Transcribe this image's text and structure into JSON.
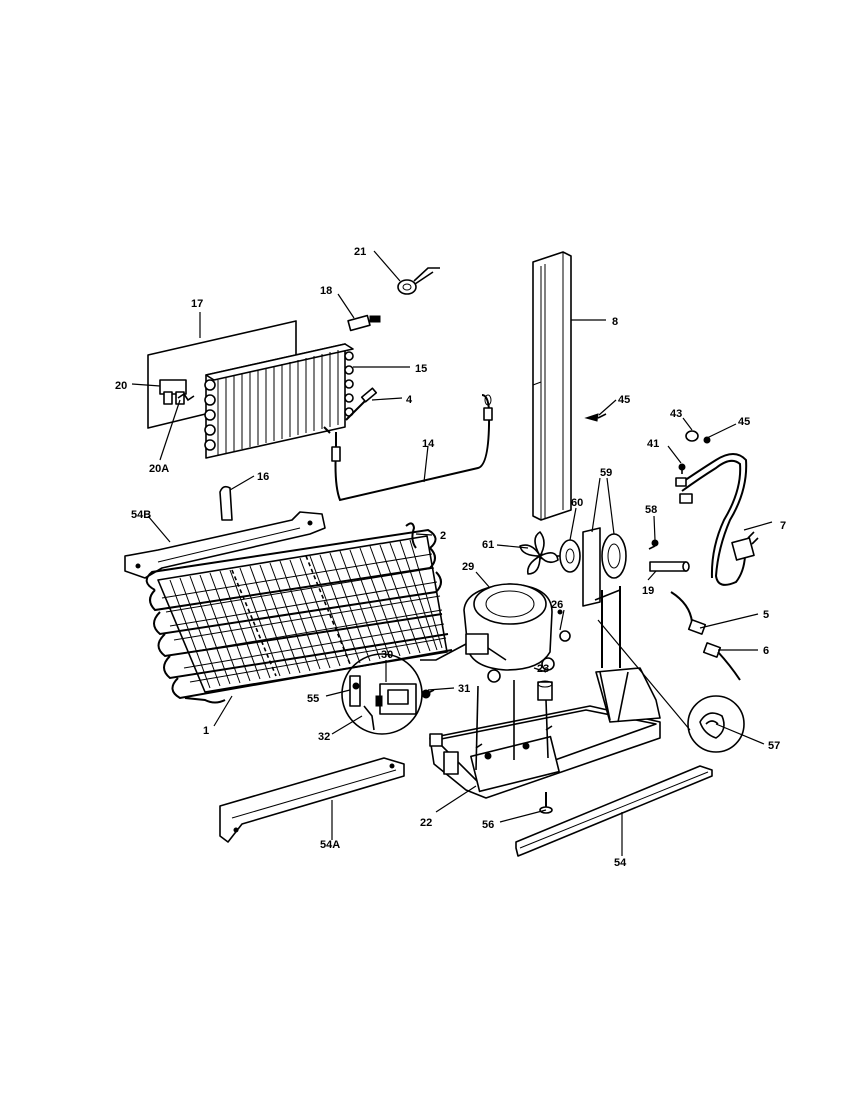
{
  "callouts": {
    "c21": "21",
    "c18": "18",
    "c8": "8",
    "c17": "17",
    "c15": "15",
    "c20": "20",
    "c4": "4",
    "c45a": "45",
    "c43": "43",
    "c45b": "45",
    "c14": "14",
    "c41": "41",
    "c20A": "20A",
    "c16": "16",
    "c59a": "59",
    "c60": "60",
    "c58": "58",
    "c7": "7",
    "c54B": "54B",
    "c2": "2",
    "c61": "61",
    "c29": "29",
    "c19": "19",
    "c26": "26",
    "c5": "5",
    "c6": "6",
    "c30": "30",
    "c23": "23",
    "c55": "55",
    "c31": "31",
    "c32": "32",
    "c1": "1",
    "c57": "57",
    "c22": "22",
    "c56": "56",
    "c54A": "54A",
    "c54": "54"
  }
}
